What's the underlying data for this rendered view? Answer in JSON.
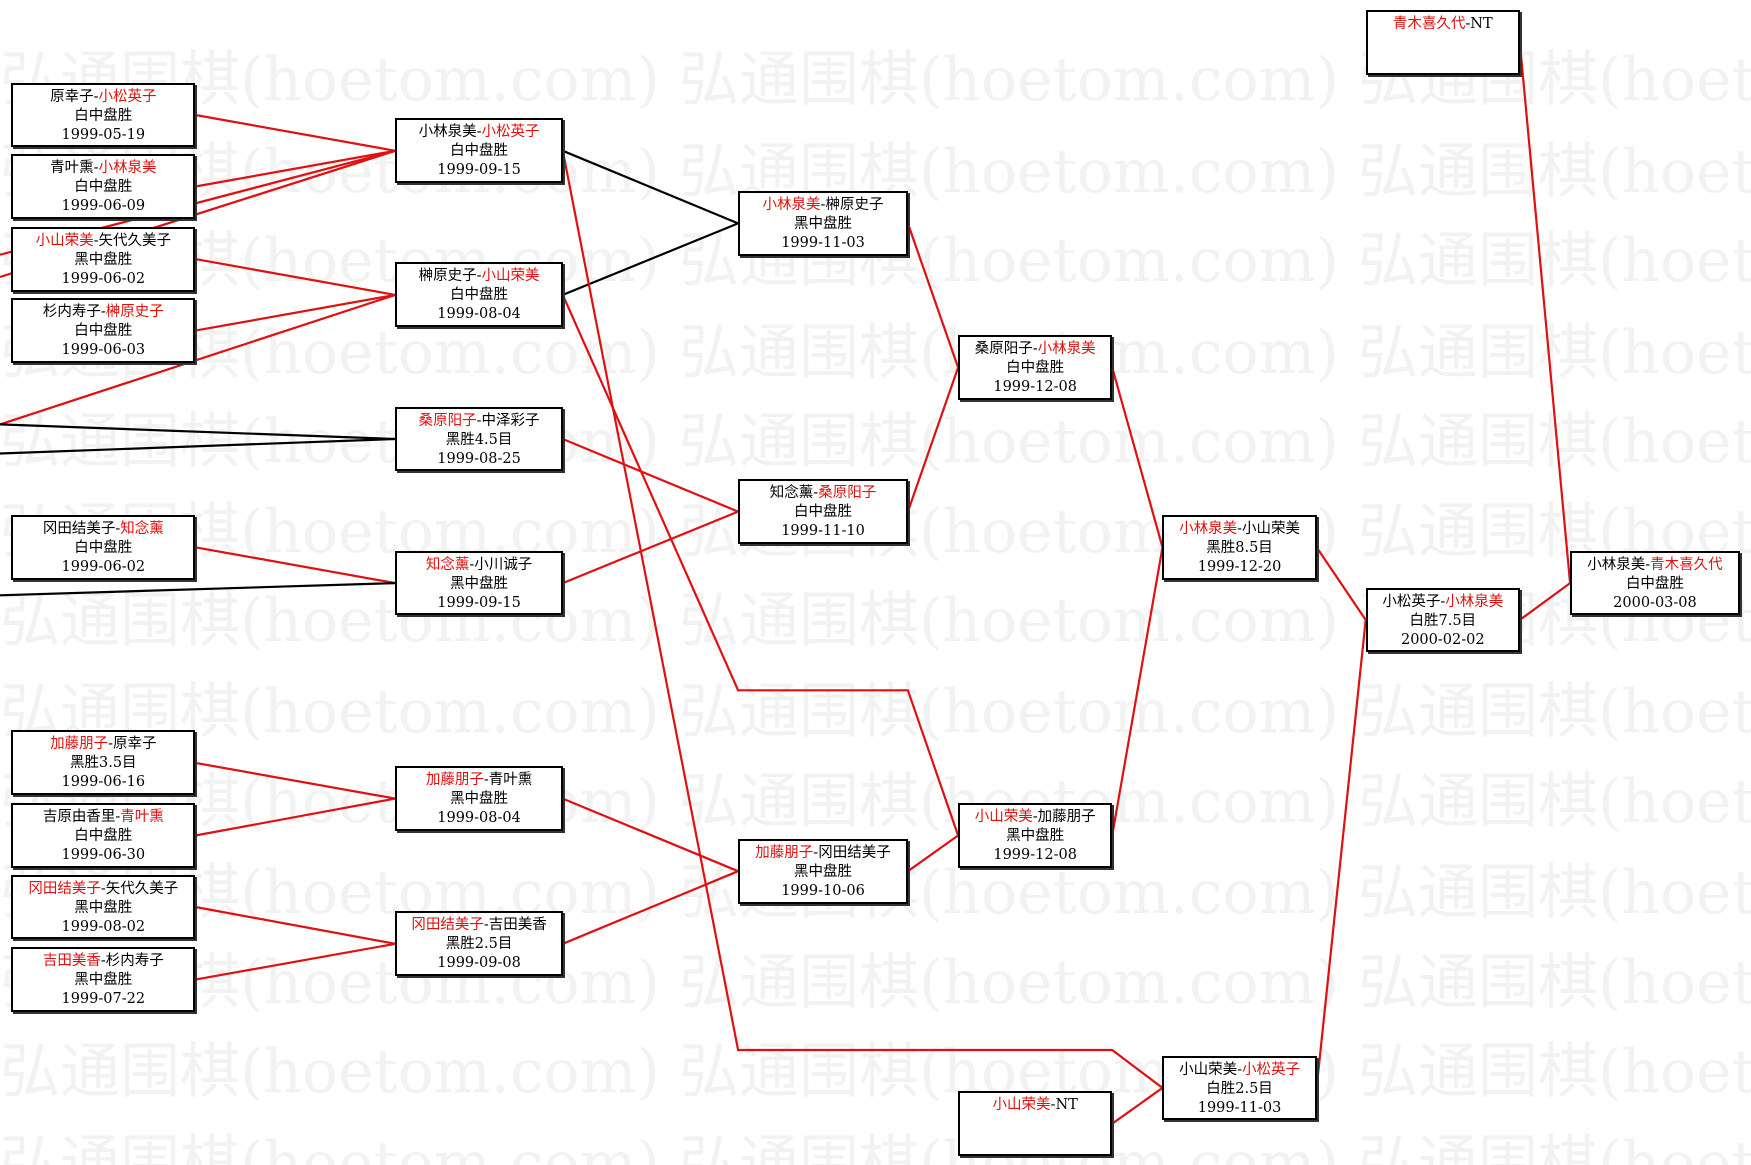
{
  "watermark": "弘通围棋(hoetom.com)",
  "colors": {
    "winner": "#e01010",
    "line_red": "#e01010",
    "line_black": "#000000",
    "watermark": "#f2f2f2"
  },
  "games": [
    {
      "id": "hara-komatsu",
      "p1": "原幸子",
      "p2": "小松英子",
      "winner": 2,
      "result": "白中盘胜",
      "date": "1999-05-19"
    },
    {
      "id": "aoba-kobayashi",
      "p1": "青叶熏",
      "p2": "小林泉美",
      "winner": 2,
      "result": "白中盘胜",
      "date": "1999-06-09"
    },
    {
      "id": "koyama-yashiro",
      "p1": "小山荣美",
      "p2": "矢代久美子",
      "winner": 1,
      "result": "黑中盘胜",
      "date": "1999-06-02"
    },
    {
      "id": "sugiuchi-sakakibara",
      "p1": "杉内寿子",
      "p2": "榊原史子",
      "winner": 2,
      "result": "白中盘胜",
      "date": "1999-06-03"
    },
    {
      "id": "okada-chinen-r1",
      "p1": "冈田结美子",
      "p2": "知念薰",
      "winner": 2,
      "result": "白中盘胜",
      "date": "1999-06-02"
    },
    {
      "id": "kato-hara",
      "p1": "加藤朋子",
      "p2": "原幸子",
      "winner": 1,
      "result": "黑胜3.5目",
      "date": "1999-06-16"
    },
    {
      "id": "yoshihara-aoba",
      "p1": "吉原由香里",
      "p2": "青叶熏",
      "winner": 2,
      "result": "白中盘胜",
      "date": "1999-06-30"
    },
    {
      "id": "okada-yashiro",
      "p1": "冈田结美子",
      "p2": "矢代久美子",
      "winner": 1,
      "result": "黑中盘胜",
      "date": "1999-08-02"
    },
    {
      "id": "yoshida-sugiuchi",
      "p1": "吉田美香",
      "p2": "杉内寿子",
      "winner": 1,
      "result": "黑中盘胜",
      "date": "1999-07-22"
    },
    {
      "id": "kobayashi-komatsu",
      "p1": "小林泉美",
      "p2": "小松英子",
      "winner": 2,
      "result": "白中盘胜",
      "date": "1999-09-15"
    },
    {
      "id": "sakakibara-koyama",
      "p1": "榊原史子",
      "p2": "小山荣美",
      "winner": 2,
      "result": "白中盘胜",
      "date": "1999-08-04"
    },
    {
      "id": "kuwahara-nakazawa",
      "p1": "桑原阳子",
      "p2": "中泽彩子",
      "winner": 1,
      "result": "黑胜4.5目",
      "date": "1999-08-25"
    },
    {
      "id": "chinen-ogawa",
      "p1": "知念薰",
      "p2": "小川诚子",
      "winner": 1,
      "result": "黑中盘胜",
      "date": "1999-09-15"
    },
    {
      "id": "kato-aoba",
      "p1": "加藤朋子",
      "p2": "青叶熏",
      "winner": 1,
      "result": "黑中盘胜",
      "date": "1999-08-04"
    },
    {
      "id": "okada-yoshida",
      "p1": "冈田结美子",
      "p2": "吉田美香",
      "winner": 1,
      "result": "黑胜2.5目",
      "date": "1999-09-08"
    },
    {
      "id": "kobayashi-sakakibara",
      "p1": "小林泉美",
      "p2": "榊原史子",
      "winner": 1,
      "result": "黑中盘胜",
      "date": "1999-11-03"
    },
    {
      "id": "chinen-kuwahara",
      "p1": "知念薰",
      "p2": "桑原阳子",
      "winner": 2,
      "result": "白中盘胜",
      "date": "1999-11-10"
    },
    {
      "id": "kato-okada",
      "p1": "加藤朋子",
      "p2": "冈田结美子",
      "winner": 1,
      "result": "黑中盘胜",
      "date": "1999-10-06"
    },
    {
      "id": "kuwahara-kobayashi",
      "p1": "桑原阳子",
      "p2": "小林泉美",
      "winner": 2,
      "result": "白中盘胜",
      "date": "1999-12-08"
    },
    {
      "id": "koyama-kato",
      "p1": "小山荣美",
      "p2": "加藤朋子",
      "winner": 1,
      "result": "黑中盘胜",
      "date": "1999-12-08"
    },
    {
      "id": "koyama-nt",
      "p1": "小山荣美",
      "p2": "NT",
      "winner": 1,
      "result": "",
      "date": ""
    },
    {
      "id": "kobayashi-koyama",
      "p1": "小林泉美",
      "p2": "小山荣美",
      "winner": 1,
      "result": "黑胜8.5目",
      "date": "1999-12-20"
    },
    {
      "id": "koyama-komatsu",
      "p1": "小山荣美",
      "p2": "小松英子",
      "winner": 2,
      "result": "白胜2.5目",
      "date": "1999-11-03"
    },
    {
      "id": "komatsu-kobayashi",
      "p1": "小松英子",
      "p2": "小林泉美",
      "winner": 2,
      "result": "白胜7.5目",
      "date": "2000-02-02"
    },
    {
      "id": "aoki-nt",
      "p1": "青木喜久代",
      "p2": "NT",
      "winner": 1,
      "result": "",
      "date": ""
    },
    {
      "id": "kobayashi-aoki",
      "p1": "小林泉美",
      "p2": "青木喜久代",
      "winner": 2,
      "result": "白中盘胜",
      "date": "2000-03-08"
    }
  ]
}
